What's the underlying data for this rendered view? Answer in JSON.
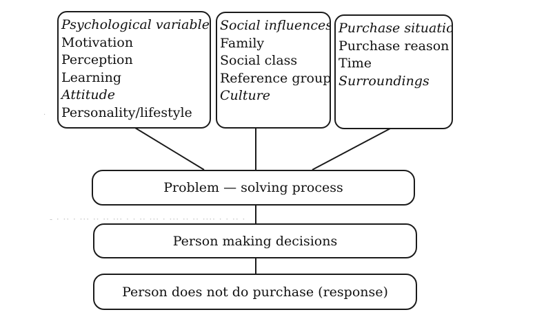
{
  "diagram": {
    "top_boxes": [
      {
        "id": "psychological",
        "items": [
          {
            "text": "Psychological variables",
            "italic": true
          },
          {
            "text": " Motivation",
            "italic": false
          },
          {
            "text": "Perception",
            "italic": false
          },
          {
            "text": "Learning",
            "italic": false
          },
          {
            "text": "Attitude",
            "italic": true
          },
          {
            "text": "Personality/lifestyle",
            "italic": false
          }
        ]
      },
      {
        "id": "social",
        "items": [
          {
            "text": "Social influences",
            "italic": true
          },
          {
            "text": "Family",
            "italic": false
          },
          {
            "text": "Social class",
            "italic": false
          },
          {
            "text": "Reference groups",
            "italic": false
          },
          {
            "text": "Culture",
            "italic": true
          }
        ]
      },
      {
        "id": "purchase-situation",
        "items": [
          {
            "text": "Purchase situation",
            "italic": true
          },
          {
            "text": "Purchase reason",
            "italic": false
          },
          {
            "text": "Time",
            "italic": false
          },
          {
            "text": "Surroundings",
            "italic": true
          }
        ]
      }
    ],
    "process_steps": [
      {
        "id": "problem-solving",
        "text": "Problem — solving process"
      },
      {
        "id": "person-deciding",
        "text": "Person making decisions"
      },
      {
        "id": "response",
        "text": "Person does not do purchase (response)"
      }
    ]
  }
}
